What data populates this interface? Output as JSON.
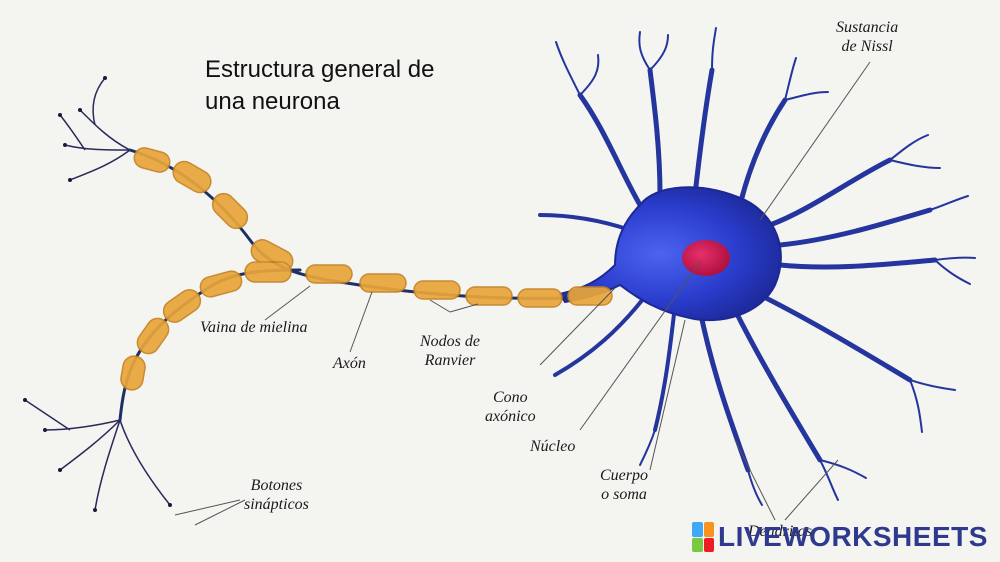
{
  "title_lines": [
    "Estructura general de",
    "una neurona"
  ],
  "labels": {
    "sustancia_nissl": [
      "Sustancia",
      "de Nissl"
    ],
    "vaina_mielina": "Vaina de mielina",
    "axon": "Axón",
    "nodos_ranvier": [
      "Nodos de",
      "Ranvier"
    ],
    "cono_axonico": [
      "Cono",
      "axónico"
    ],
    "nucleo": "Núcleo",
    "cuerpo_soma": [
      "Cuerpo",
      "o soma"
    ],
    "botones_sinapticos": [
      "Botones",
      "sinápticos"
    ],
    "dendritas": "Dendritas"
  },
  "watermark": {
    "text": "LIVEWORKSHEETS",
    "color": "#2f3a8f"
  },
  "colors": {
    "soma": "#2a3ccc",
    "dendrite": "#25359e",
    "nucleus": "#c8144a",
    "myelin": "#e8a53a",
    "axon": "#1e2f66",
    "leader": "#555555"
  }
}
